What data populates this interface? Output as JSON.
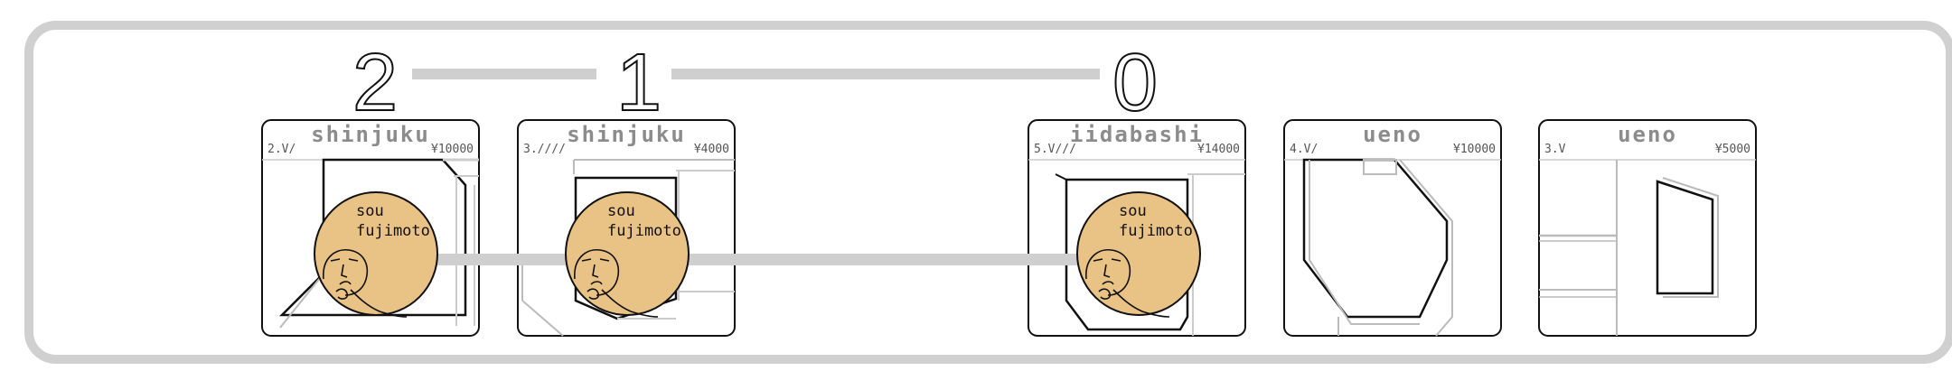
{
  "steps": [
    "2",
    "1",
    "0"
  ],
  "badge": {
    "line1": "sou",
    "line2": "fujimoto",
    "fill": "#e9c285"
  },
  "tiles": [
    {
      "name": "shinjuku",
      "code": "2.V/",
      "price": "¥10000",
      "avatar": true
    },
    {
      "name": "shinjuku",
      "code": "3.////",
      "price": "¥4000",
      "avatar": true
    },
    {
      "name": "iidabashi",
      "code": "5.V///",
      "price": "¥14000",
      "avatar": true
    },
    {
      "name": "ueno",
      "code": "4.V/",
      "price": "¥10000",
      "avatar": false
    },
    {
      "name": "ueno",
      "code": "3.V",
      "price": "¥5000",
      "avatar": false
    }
  ],
  "colors": {
    "frame": "#d0d0d0",
    "tile_title": "#8c8c8c",
    "connector": "#cfcfcf",
    "outline": "#111111"
  }
}
